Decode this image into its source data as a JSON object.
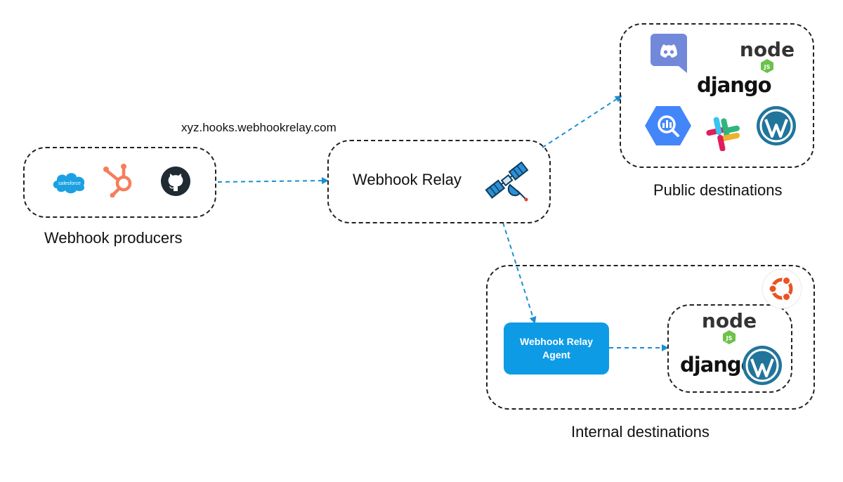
{
  "url_label": "xyz.hooks.webhookrelay.com",
  "producers": {
    "label": "Webhook producers",
    "salesforce_text": "salesforce"
  },
  "relay": {
    "label": "Webhook Relay"
  },
  "public_dest": {
    "label": "Public destinations",
    "django": "django",
    "node_text": "node",
    "js_text": "JS"
  },
  "internal_dest": {
    "label": "Internal destinations",
    "django": "django",
    "node_text": "node",
    "js_text": "JS"
  },
  "agent": {
    "line1": "Webhook Relay",
    "line2": "Agent"
  },
  "colors": {
    "arrow": "#1a8fd1",
    "agent_bg": "#0d9be6"
  }
}
